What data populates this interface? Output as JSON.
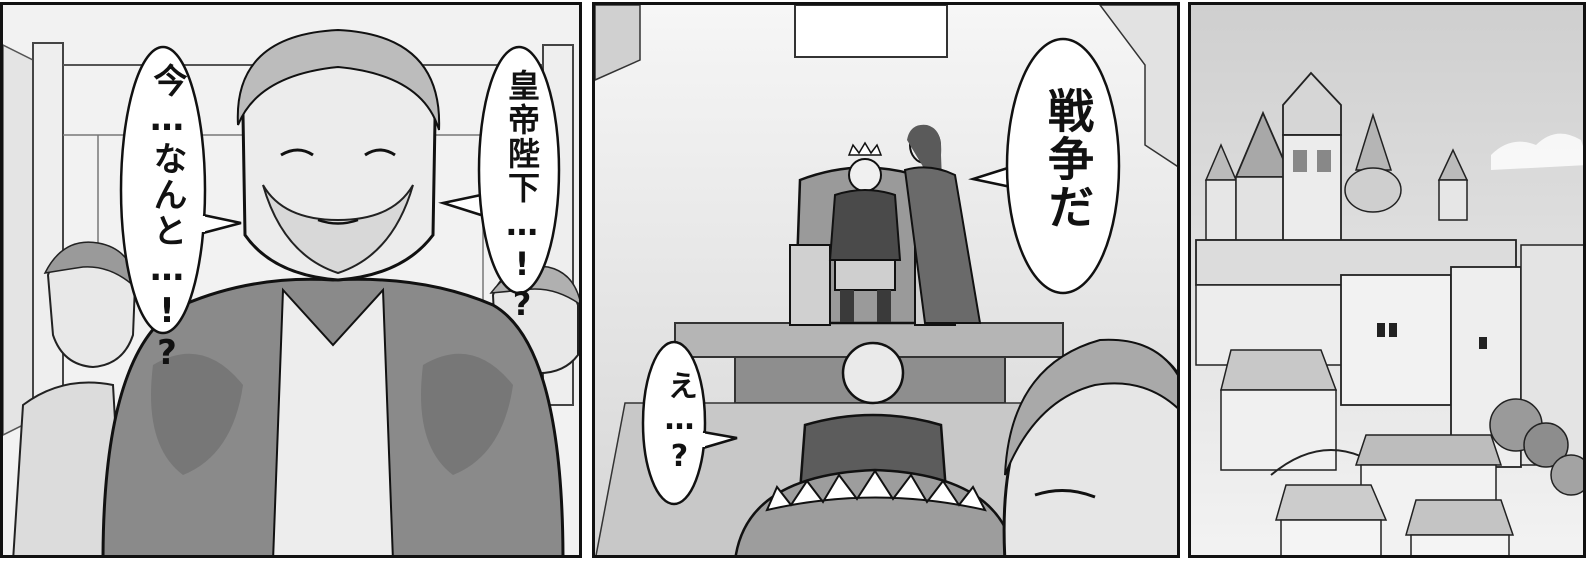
{
  "panels": [
    {
      "speech": [
        {
          "text": "今…なんと…!?"
        },
        {
          "text": "皇帝陛下…!?"
        }
      ]
    },
    {
      "speech": [
        {
          "text": "戦争だ"
        },
        {
          "text": "え…?"
        }
      ]
    },
    {
      "speech": []
    }
  ]
}
